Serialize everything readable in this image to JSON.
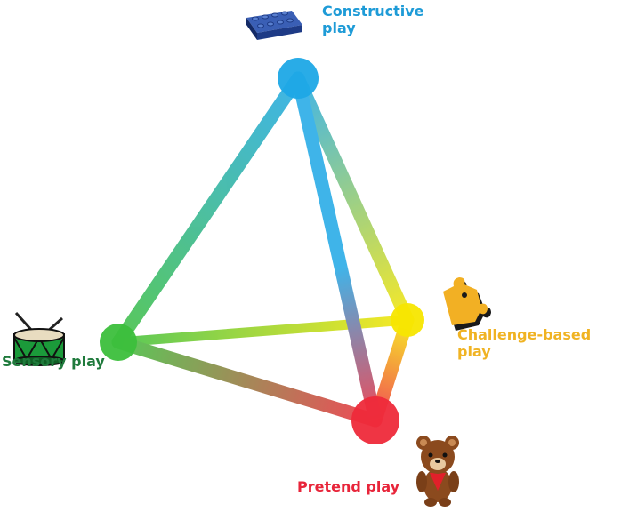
{
  "nodes": {
    "constructive": {
      "label": "Constructive\nplay",
      "color": "#1e9bd7",
      "icon": "lego-brick-icon"
    },
    "challenge": {
      "label": "Challenge-based\nplay",
      "color": "#f0b323",
      "icon": "puzzle-piece-icon"
    },
    "sensory": {
      "label": "Sensory play",
      "color": "#1f7a3c",
      "icon": "drum-icon"
    },
    "pretend": {
      "label": "Pretend play",
      "color": "#e8253a",
      "icon": "teddy-bear-icon"
    }
  },
  "colors": {
    "blue": "#1ea8e6",
    "yellow": "#f7e600",
    "green": "#3cbf3c",
    "red": "#ee2a3a"
  }
}
